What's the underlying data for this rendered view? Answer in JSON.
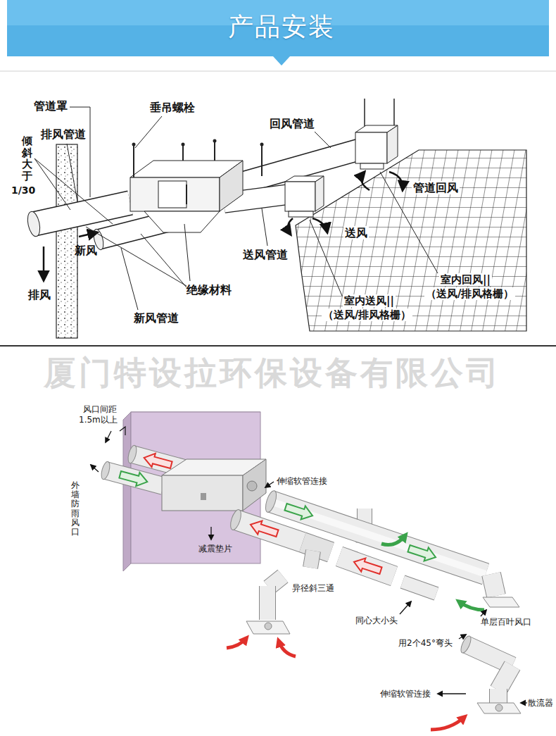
{
  "diagram": {
    "title": "产品安装",
    "labels": [
      "管道罩",
      "排风管道",
      "倾斜大于",
      "1/30",
      "垂吊螺栓",
      "回风管道",
      "管道回风",
      "送风",
      "新风",
      "排风",
      "送风管道",
      "绝缘材料",
      "新风管道",
      "室内送风||",
      "（送风/排风格栅）",
      "室内回风||",
      "（送风/排风格栅）",
      "厦门特设拉环保设备有限公司",
      "风口间距",
      "1.5m以上",
      "外墙防雨风口",
      "伸缩软管连接",
      "减震垫片",
      "异径斜三通",
      "同心大小头",
      "单层百叶风口",
      "用2个45°弯头",
      "伸缩软管连接",
      "散流器"
    ]
  }
}
